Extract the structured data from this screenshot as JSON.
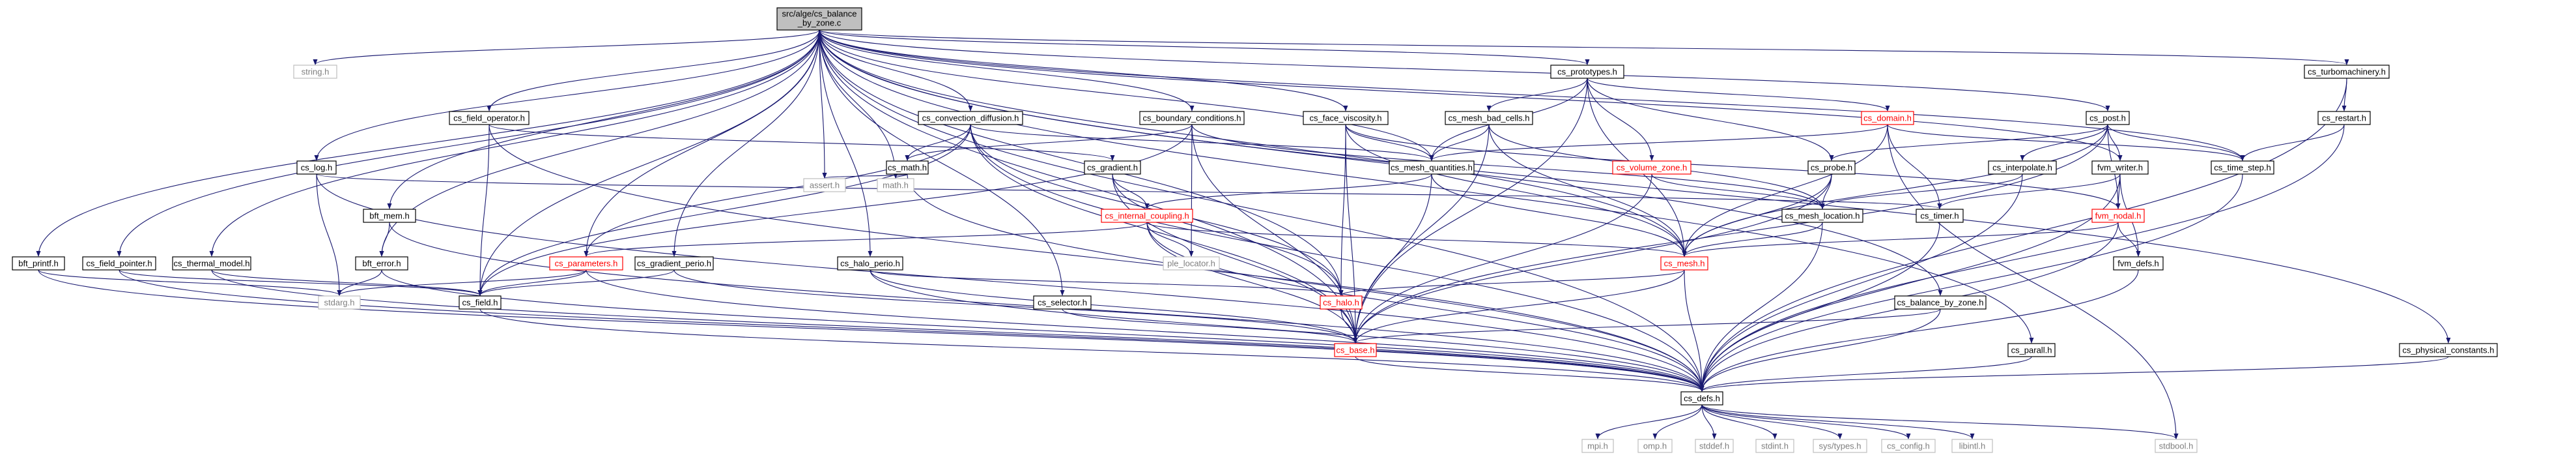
{
  "colors": {
    "edge": "#191970",
    "root_fill": "#bfbfbf",
    "normal_border": "#000000",
    "external_border": "#bfbfbf",
    "external_text": "#7f7f7f",
    "red_border": "#ff0000",
    "red_text": "#ff0000"
  },
  "nodes": {
    "root_line1": "src/alge/cs_balance",
    "root_line2": "_by_zone.c",
    "bft_printf": "bft_printf.h",
    "cs_field_pointer": "cs_field_pointer.h",
    "cs_thermal_model": "cs_thermal_model.h",
    "cs_log": "cs_log.h",
    "string": "string.h",
    "cs_field_operator": "cs_field_operator.h",
    "bft_error": "bft_error.h",
    "bft_mem": "bft_mem.h",
    "cs_parameters": "cs_parameters.h",
    "cs_gradient_perio": "cs_gradient_perio.h",
    "cs_halo_perio": "cs_halo_perio.h",
    "cs_convection_diffusion": "cs_convection_diffusion.h",
    "cs_math": "cs_math.h",
    "assert": "assert.h",
    "math": "math.h",
    "cs_selector": "cs_selector.h",
    "cs_boundary_conditions": "cs_boundary_conditions.h",
    "cs_gradient": "cs_gradient.h",
    "cs_internal_coupling": "cs_internal_coupling.h",
    "ple_locator": "ple_locator.h",
    "cs_face_viscosity": "cs_face_viscosity.h",
    "cs_mesh_quantities": "cs_mesh_quantities.h",
    "cs_halo": "cs_halo.h",
    "cs_prototypes": "cs_prototypes.h",
    "cs_mesh_bad_cells": "cs_mesh_bad_cells.h",
    "cs_volume_zone": "cs_volume_zone.h",
    "cs_domain": "cs_domain.h",
    "cs_probe": "cs_probe.h",
    "cs_mesh_location": "cs_mesh_location.h",
    "cs_mesh": "cs_mesh.h",
    "cs_timer": "cs_timer.h",
    "cs_balance_by_zone": "cs_balance_by_zone.h",
    "cs_parall": "cs_parall.h",
    "cs_post": "cs_post.h",
    "cs_interpolate": "cs_interpolate.h",
    "fvm_writer": "fvm_writer.h",
    "fvm_nodal": "fvm_nodal.h",
    "fvm_defs": "fvm_defs.h",
    "cs_time_step": "cs_time_step.h",
    "cs_turbomachinery": "cs_turbomachinery.h",
    "cs_restart": "cs_restart.h",
    "cs_physical_constants": "cs_physical_constants.h",
    "stdarg": "stdarg.h",
    "cs_field": "cs_field.h",
    "cs_base": "cs_base.h",
    "cs_defs": "cs_defs.h",
    "mpi": "mpi.h",
    "omp": "omp.h",
    "stddef": "stddef.h",
    "stdint": "stdint.h",
    "sys_types": "sys/types.h",
    "cs_config": "cs_config.h",
    "libintl": "libintl.h",
    "stdbool": "stdbool.h"
  }
}
